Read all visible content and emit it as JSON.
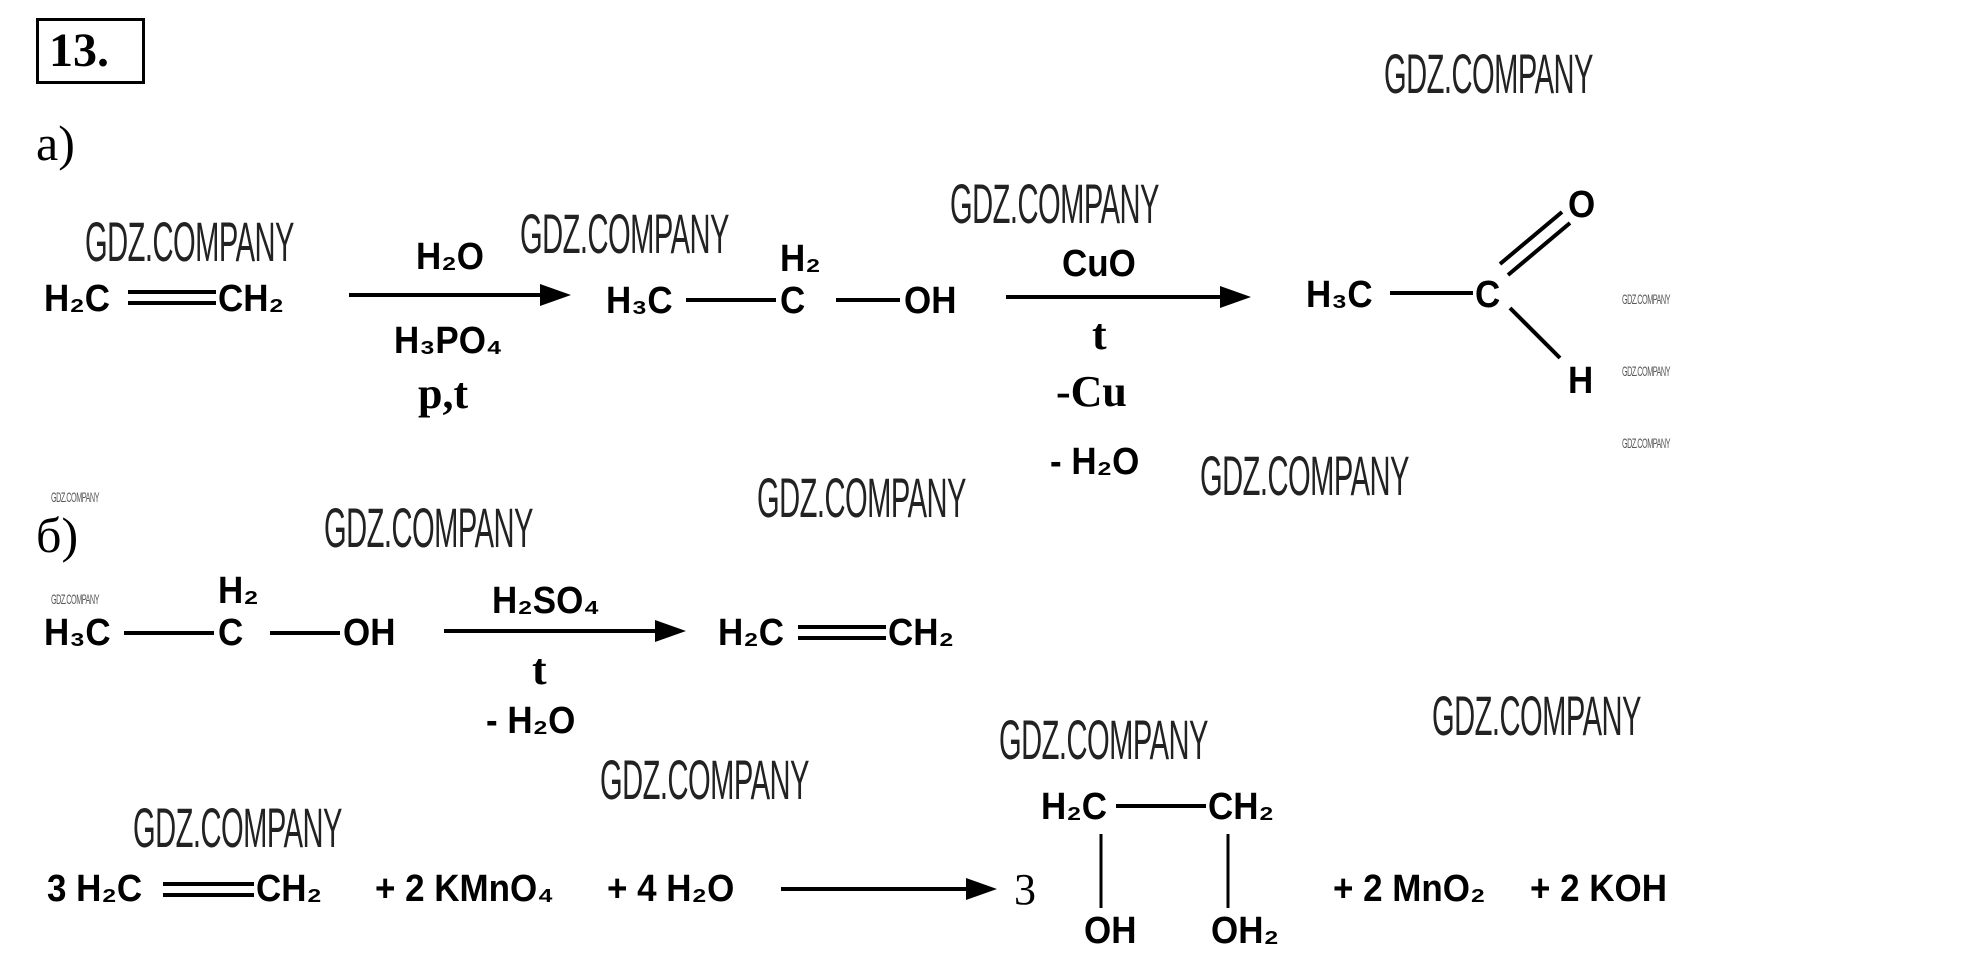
{
  "problem_number": "13.",
  "part_a": {
    "label": "а)",
    "reactant": {
      "left": "H₂C",
      "right": "CH₂"
    },
    "step1": {
      "above": "H₂O",
      "below1": "H₃PO₄",
      "below2": "p,t"
    },
    "ethanol": {
      "ch3": "H₃C",
      "c": "C",
      "h2": "H₂",
      "oh": "OH"
    },
    "step2": {
      "above": "CuO",
      "below1": "t",
      "below2": "-Cu",
      "below3": "- H₂O"
    },
    "product": {
      "ch3": "H₃C",
      "c": "C",
      "o": "O",
      "h": "H"
    }
  },
  "part_b": {
    "label": "б)",
    "ethanol": {
      "ch3": "H₃C",
      "c": "C",
      "h2": "H₂",
      "oh": "OH"
    },
    "step": {
      "above": "H₂SO₄",
      "below1": "t",
      "below2": "-  H₂O"
    },
    "product": {
      "left": "H₂C",
      "right": "CH₂"
    }
  },
  "part_c": {
    "reactant": {
      "coef_left": "3 H₂C",
      "right": "CH₂"
    },
    "kmno4": "+ 2 KMnO₄",
    "water": "+ 4 H₂O",
    "coef": "3",
    "glycol": {
      "c1": "H₂C",
      "c2": "CH₂",
      "oh1": "OH",
      "oh2": "OH₂"
    },
    "mno2": "+ 2 MnO₂",
    "koh": "+  2 KOH"
  },
  "watermarks": {
    "text": "GDZ.COMPANY"
  }
}
